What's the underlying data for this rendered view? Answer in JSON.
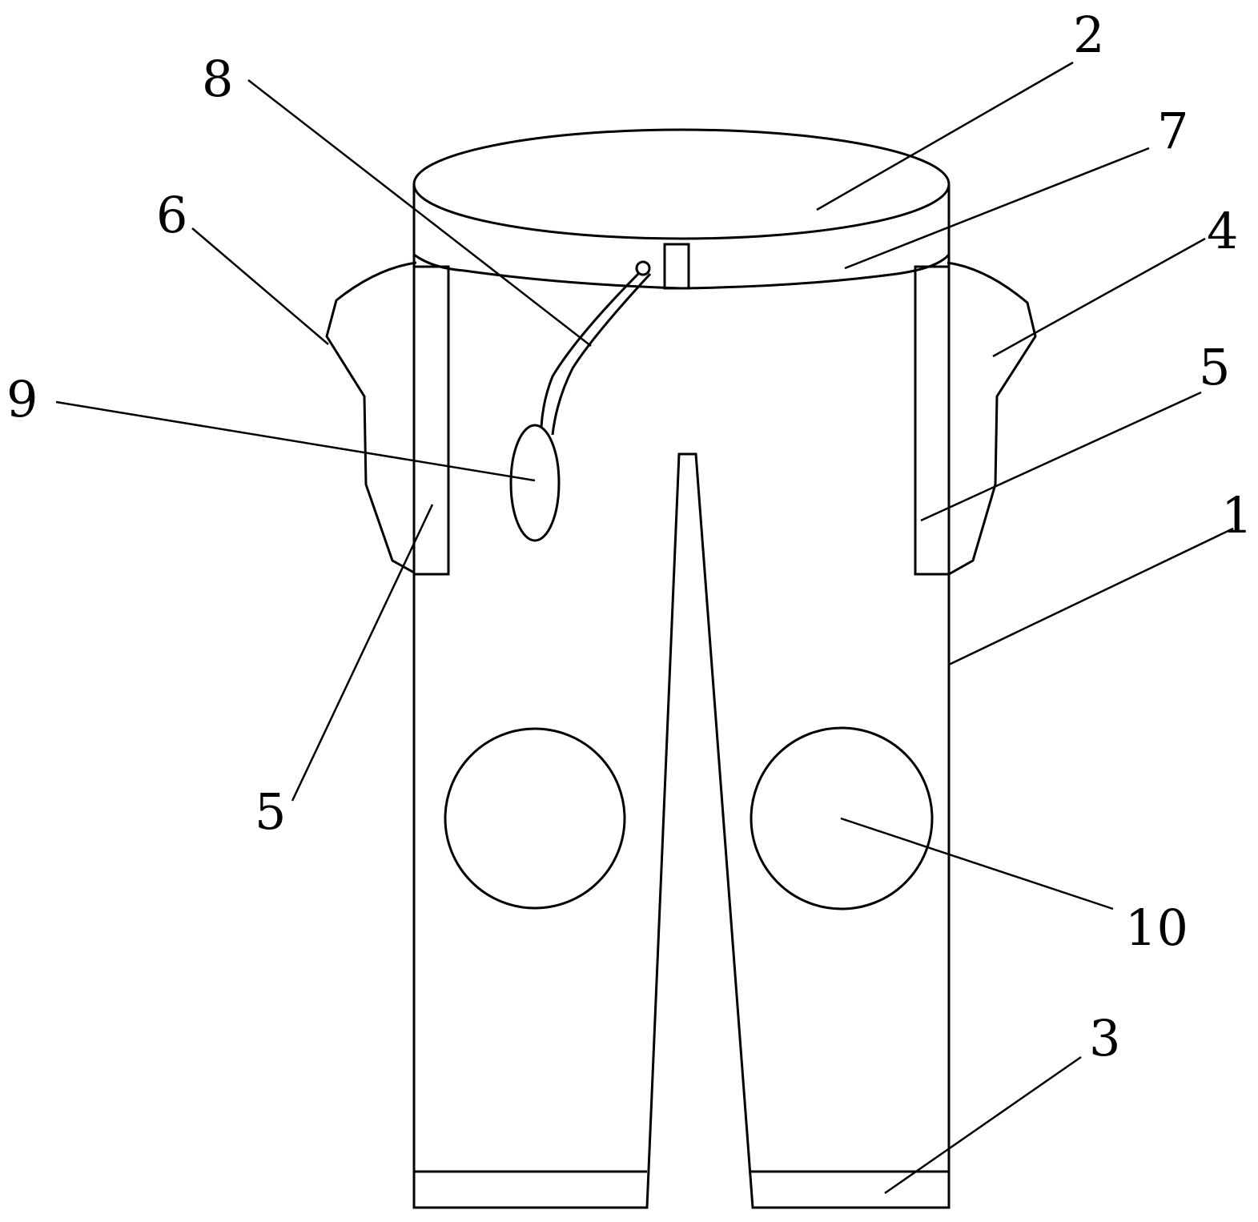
{
  "figure": {
    "labels": {
      "trouser_body": "1",
      "waistband_top": "2",
      "hem": "3",
      "right_flap": "4",
      "right_strip": "5",
      "left_strip": "5",
      "left_flap": "6",
      "waistband_band": "7",
      "drawstring": "8",
      "pouch": "9",
      "knee_pad": "10"
    },
    "colors": {
      "line": "#000000",
      "background": "#ffffff"
    }
  }
}
